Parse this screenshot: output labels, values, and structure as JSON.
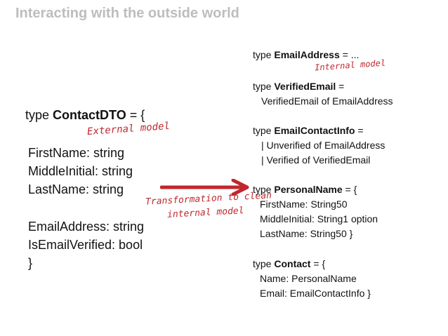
{
  "slide": {
    "title": "Interacting with the outside world",
    "accent_color": "#c0272d"
  },
  "left": {
    "header_prefix": "type ",
    "header_name": "ContactDTO",
    "header_suffix": " = {",
    "note": "External model",
    "fields": [
      "FirstName: string",
      "MiddleInitial: string",
      "LastName: string",
      "EmailAddress: string",
      "IsEmailVerified: bool",
      "}"
    ]
  },
  "arrow": {
    "note_line1": "Transformation to clean",
    "note_line2": "internal model"
  },
  "right": {
    "email_address": {
      "prefix": "type ",
      "name": "EmailAddress",
      "suffix": " = ..."
    },
    "note": "Internal model",
    "verified_email": {
      "prefix": "type ",
      "name": "VerifiedEmail",
      "suffix": " =",
      "line1": "VerifiedEmail of EmailAddress"
    },
    "email_contact_info": {
      "prefix": "type ",
      "name": "EmailContactInfo",
      "suffix": " =",
      "line1": "| Unverified of EmailAddress",
      "line2": "| Verified of VerifiedEmail"
    },
    "personal_name": {
      "prefix": "type ",
      "name": "PersonalName",
      "suffix": " = {",
      "line1": "FirstName: String50",
      "line2": "MiddleInitial: String1 option",
      "line3": "LastName: String50 }"
    },
    "contact": {
      "prefix": "type ",
      "name": "Contact",
      "suffix": " = {",
      "line1": "Name: PersonalName",
      "line2": "Email: EmailContactInfo }"
    }
  }
}
